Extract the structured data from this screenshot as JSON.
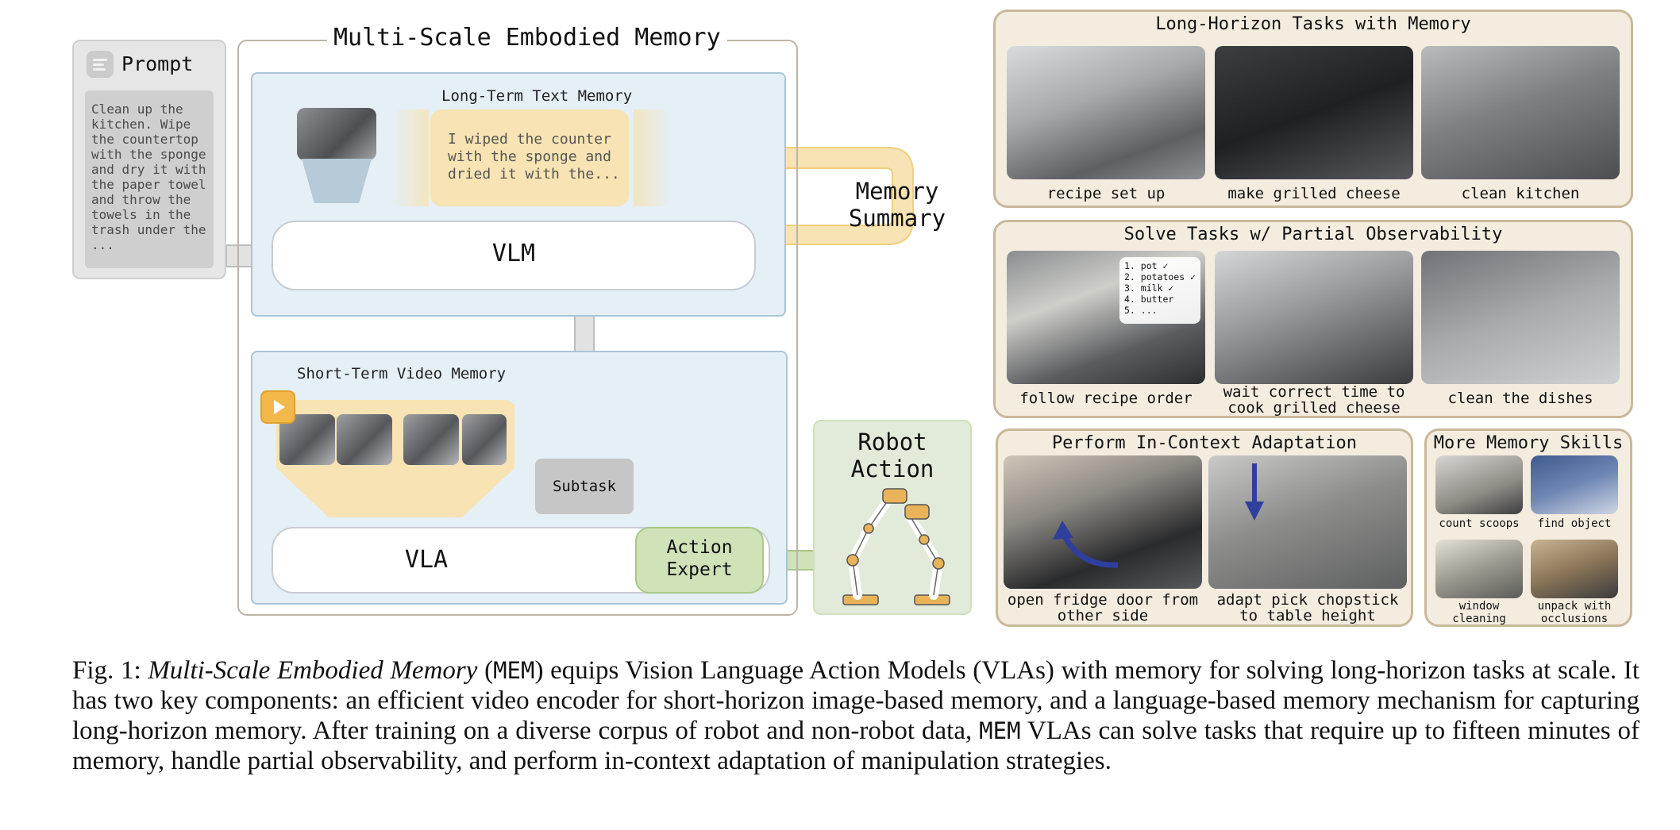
{
  "prompt": {
    "title": "Prompt",
    "text": "Clean up the\nkitchen. Wipe\nthe countertop\nwith the sponge\nand dry it with\nthe paper towel\nand throw the\ntowels in the\ntrash under the\n..."
  },
  "memory": {
    "title": "Multi-Scale Embodied Memory",
    "long_term_title": "Long-Term Text Memory",
    "long_term_text": "I wiped the counter\nwith the sponge and\ndried it with the...",
    "vlm_label": "VLM",
    "summary_label": "Memory\nSummary",
    "short_term_title": "Short-Term Video Memory",
    "subtask_label": "Subtask",
    "vla_label": "VLA",
    "action_expert_label": "Action\nExpert",
    "robot_action_label": "Robot\nAction"
  },
  "panels": {
    "long_horizon": {
      "title": "Long-Horizon Tasks with Memory",
      "captions": [
        "recipe set up",
        "make grilled cheese",
        "clean kitchen"
      ]
    },
    "partial_obs": {
      "title": "Solve Tasks w/ Partial Observability",
      "captions": [
        "follow recipe order",
        "wait correct time to\ncook grilled cheese",
        "clean the dishes"
      ],
      "recipe_list": "1. pot ✓\n2. potatoes ✓\n3. milk ✓\n4. butter\n5. ..."
    },
    "in_context": {
      "title": "Perform In-Context Adaptation",
      "captions": [
        "open fridge door from\nother side",
        "adapt pick chopstick\nto table height"
      ]
    },
    "more_skills": {
      "title": "More Memory Skills",
      "captions": [
        "count scoops",
        "find object",
        "window\ncleaning",
        "unpack with\nocclusions"
      ]
    }
  },
  "caption": {
    "fig": "Fig. 1: ",
    "title_italic": "Multi-Scale Embodied Memory",
    "mem": "MEM",
    "part1": " equips Vision Language Action Models (VLAs) with memory for solving long-horizon tasks at scale. It has two key components: an efficient video encoder for short-horizon image-based memory, and a language-based memory mechanism for capturing long-horizon memory. After training on a diverse corpus of robot and non-robot data, ",
    "part2": " VLAs can solve tasks that require up to fifteen minutes of memory, handle partial observability, and perform in-context adaptation of manipulation strategies."
  },
  "colors": {
    "memory_yellow": "#f7e3b3",
    "memory_blue": "#e4eff6",
    "action_green": "#cfe2b8",
    "panel_beige": "#f3ecdf",
    "arrow_blue": "#2f3f9e"
  }
}
